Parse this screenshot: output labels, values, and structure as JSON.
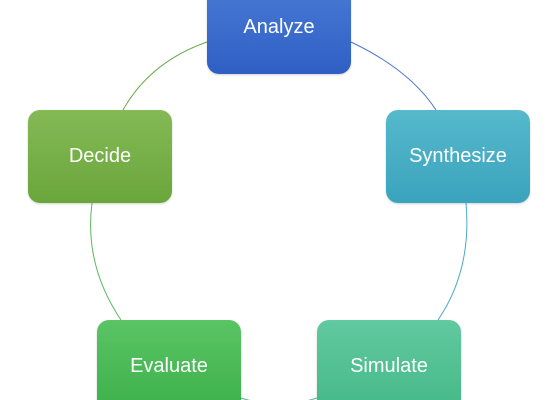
{
  "diagram": {
    "type": "cycle",
    "nodes": [
      {
        "id": "analyze",
        "label": "Analyze",
        "color": "#3a6bcf"
      },
      {
        "id": "synthesize",
        "label": "Synthesize",
        "color": "#45adc4"
      },
      {
        "id": "simulate",
        "label": "Simulate",
        "color": "#52c093"
      },
      {
        "id": "evaluate",
        "label": "Evaluate",
        "color": "#48b955"
      },
      {
        "id": "decide",
        "label": "Decide",
        "color": "#76ae46"
      }
    ],
    "connector_color_start": "#4a7bd6",
    "connector_color_end": "#5fb860"
  }
}
